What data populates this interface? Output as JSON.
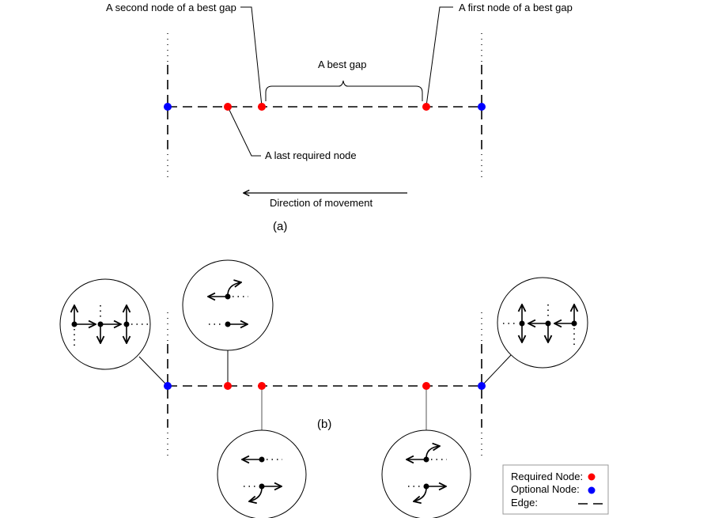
{
  "colors": {
    "required_node": "#ff0000",
    "optional_node": "#0000ff",
    "edge": "#000000",
    "background": "#ffffff"
  },
  "panel_a": {
    "caption": "(a)",
    "labels": {
      "second_node": "A second node of a best gap",
      "first_node": "A first node of a best gap",
      "best_gap": "A best gap",
      "last_required": "A last required node",
      "direction": "Direction of movement"
    },
    "nodes": [
      "optional",
      "required",
      "required",
      "required",
      "optional"
    ]
  },
  "panel_b": {
    "caption": "(b)",
    "nodes": [
      "optional",
      "required",
      "required",
      "required",
      "optional"
    ],
    "callouts": [
      {
        "name": "left-optional-turns",
        "description": "straight right with up/down turns"
      },
      {
        "name": "first-required-top",
        "description": "U-turn left, straight right"
      },
      {
        "name": "second-required-bottom",
        "description": "left, right with U-turn"
      },
      {
        "name": "third-required-bottom",
        "description": "left with U-turn, right with U-turn"
      },
      {
        "name": "right-optional-turns",
        "description": "straight left with up/down turns"
      }
    ]
  },
  "legend": {
    "items": [
      {
        "label": "Required Node:",
        "symbol": "red-dot"
      },
      {
        "label": "Optional Node:",
        "symbol": "blue-dot"
      },
      {
        "label": "Edge:",
        "symbol": "dashed-line"
      }
    ]
  }
}
